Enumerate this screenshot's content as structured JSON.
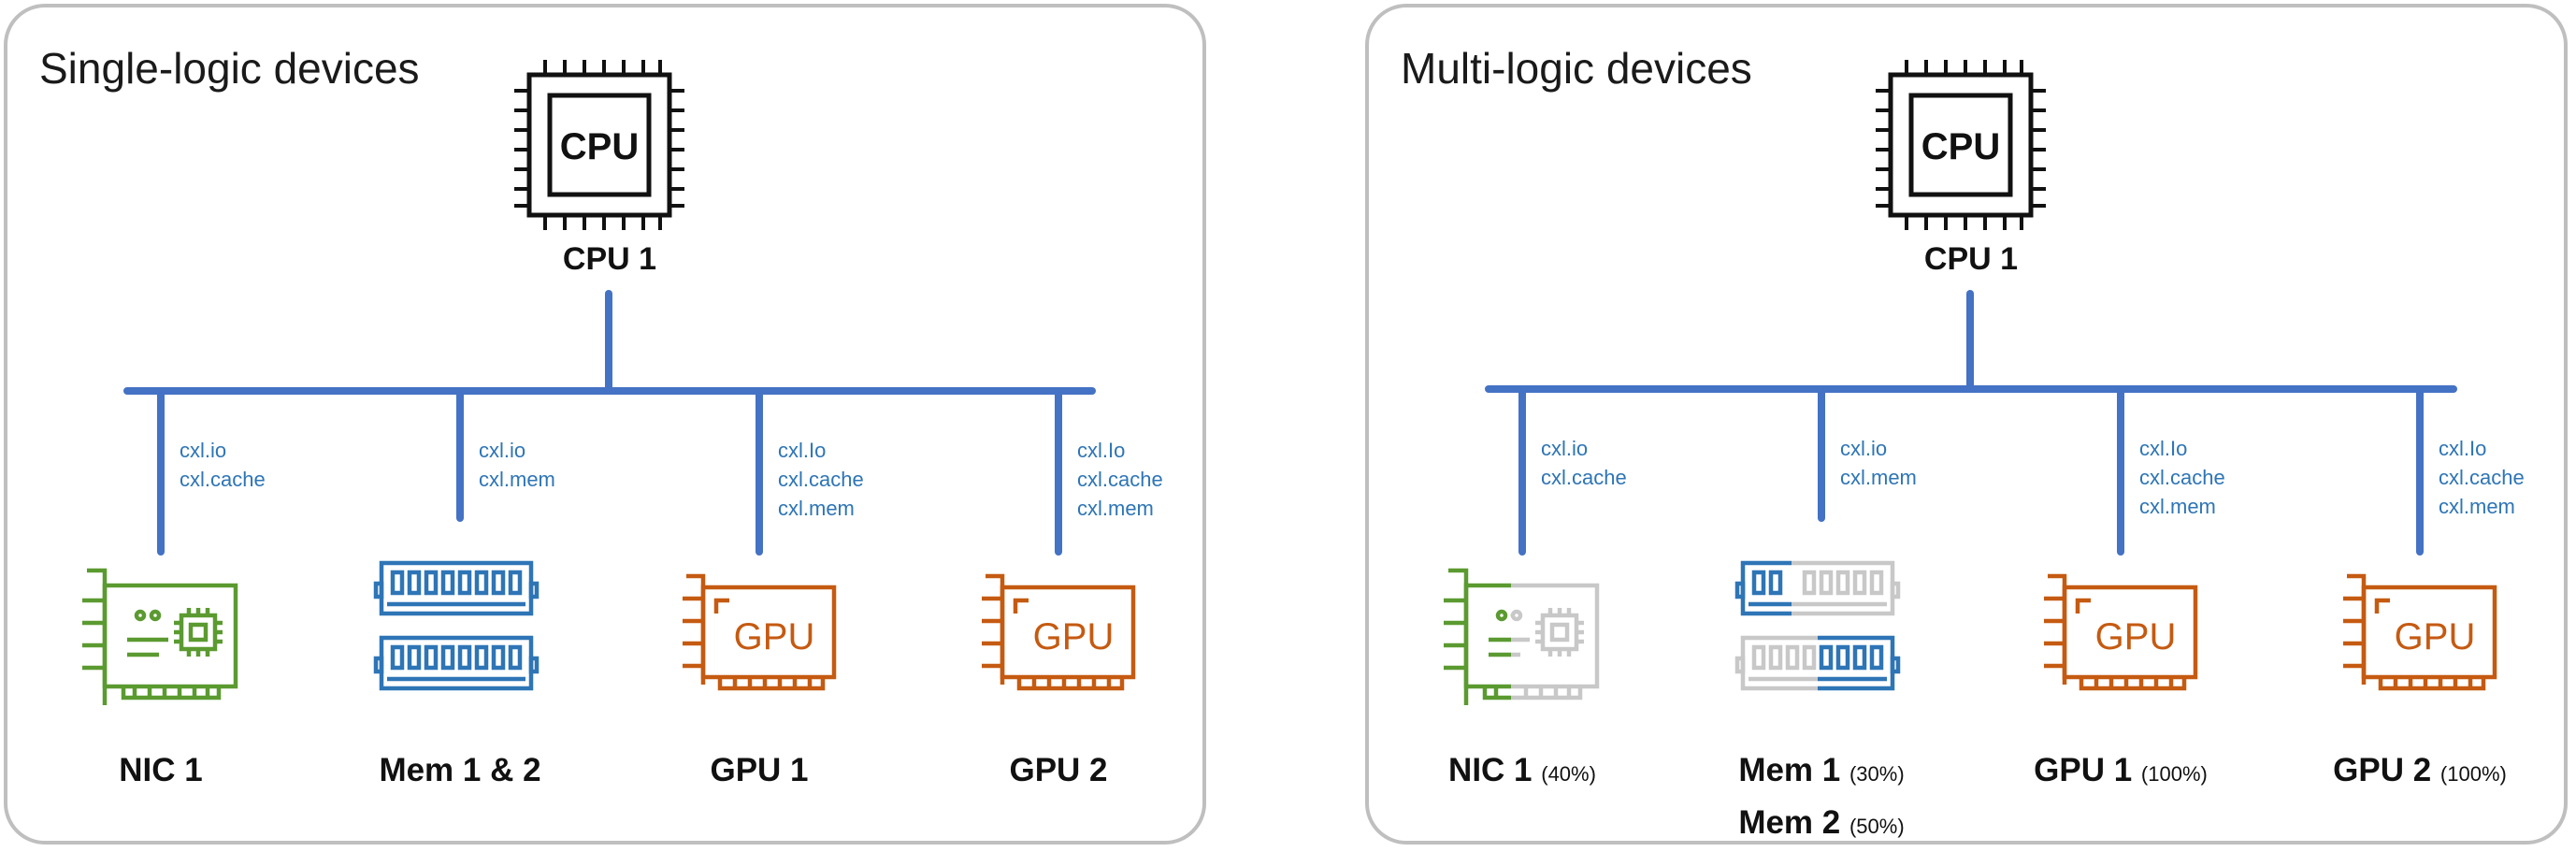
{
  "colors": {
    "bus": "#4472c4",
    "protocol_text": "#2e75b6",
    "nic": "#5b9a30",
    "memory": "#2e75b6",
    "gpu": "#c55a11",
    "inactive": "#c8c8c8",
    "border": "#bfbfbf"
  },
  "panels": [
    {
      "title": "Single-logic devices",
      "cpu": {
        "label": "CPU 1",
        "icon_text": "CPU"
      },
      "devices": [
        {
          "icon": "nic-card-icon",
          "protocols": [
            "cxl.io",
            "cxl.cache"
          ],
          "label": "NIC 1",
          "share": "",
          "active_fraction": 1.0
        },
        {
          "icon": "memory-modules-icon",
          "protocols": [
            "cxl.io",
            "cxl.mem"
          ],
          "label": "Mem 1 & 2",
          "share": "",
          "mem1_fraction": 1.0,
          "mem2_fraction": 1.0
        },
        {
          "icon": "gpu-card-icon",
          "protocols": [
            "cxl.Io",
            "cxl.cache",
            "cxl.mem"
          ],
          "label": "GPU 1",
          "share": "",
          "icon_text": "GPU"
        },
        {
          "icon": "gpu-card-icon",
          "protocols": [
            "cxl.Io",
            "cxl.cache",
            "cxl.mem"
          ],
          "label": "GPU 2",
          "share": "",
          "icon_text": "GPU"
        }
      ]
    },
    {
      "title": "Multi-logic devices",
      "cpu": {
        "label": "CPU 1",
        "icon_text": "CPU"
      },
      "devices": [
        {
          "icon": "nic-card-icon",
          "protocols": [
            "cxl.io",
            "cxl.cache"
          ],
          "label": "NIC 1",
          "share": "(40%)",
          "active_fraction": 0.4
        },
        {
          "icon": "memory-modules-icon",
          "protocols": [
            "cxl.io",
            "cxl.mem"
          ],
          "label": "Mem 1",
          "share": "(30%)",
          "label2": "Mem 2",
          "share2": "(50%)",
          "mem1_fraction": 0.3,
          "mem2_fraction": 0.5
        },
        {
          "icon": "gpu-card-icon",
          "protocols": [
            "cxl.Io",
            "cxl.cache",
            "cxl.mem"
          ],
          "label": "GPU 1",
          "share": "(100%)",
          "icon_text": "GPU"
        },
        {
          "icon": "gpu-card-icon",
          "protocols": [
            "cxl.Io",
            "cxl.cache",
            "cxl.mem"
          ],
          "label": "GPU 2",
          "share": "(100%)",
          "icon_text": "GPU"
        }
      ]
    }
  ]
}
